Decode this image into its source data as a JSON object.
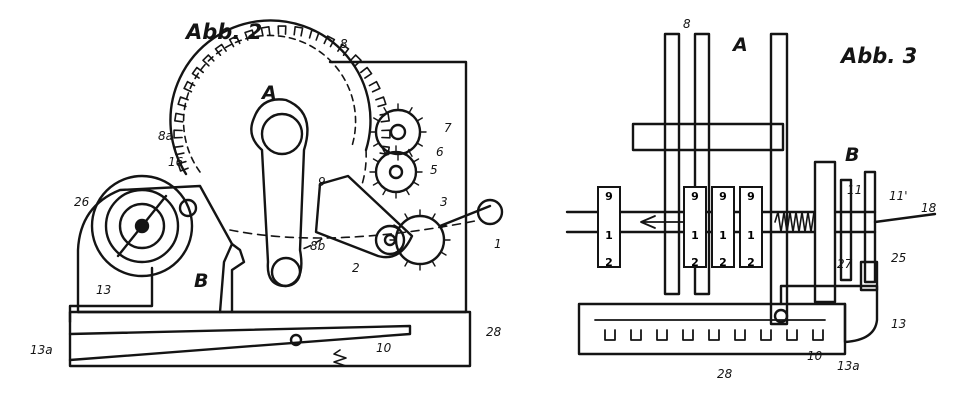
{
  "fig2": {
    "title": "Abb. 2",
    "labels": {
      "A": "A",
      "B": "B",
      "n8": "8",
      "n8a": "8a",
      "n8b": "8b",
      "n7": "7",
      "n6": "6",
      "n5": "5",
      "n3": "3",
      "n9": "9",
      "n2": "2",
      "n1": "1",
      "n16": "16",
      "n26": "26",
      "n13": "13",
      "n13a": "13a",
      "n10": "10",
      "n28": "28"
    }
  },
  "fig3": {
    "title": "Abb. 3",
    "labels": {
      "A": "A",
      "B": "B",
      "n8": "8",
      "n11": "11",
      "n11p": "11'",
      "n18": "18",
      "n27": "27",
      "n25": "25",
      "n13": "13",
      "n13a": "13a",
      "n10": "10",
      "n28": "28"
    },
    "digit_wheels": [
      {
        "top": "9",
        "mid": "1",
        "bottom": "2"
      },
      {
        "top": "9",
        "mid": "1",
        "bottom": "2"
      },
      {
        "top": "9",
        "mid": "1",
        "bottom": "2"
      },
      {
        "top": "9",
        "mid": "1",
        "bottom": "2"
      }
    ]
  }
}
